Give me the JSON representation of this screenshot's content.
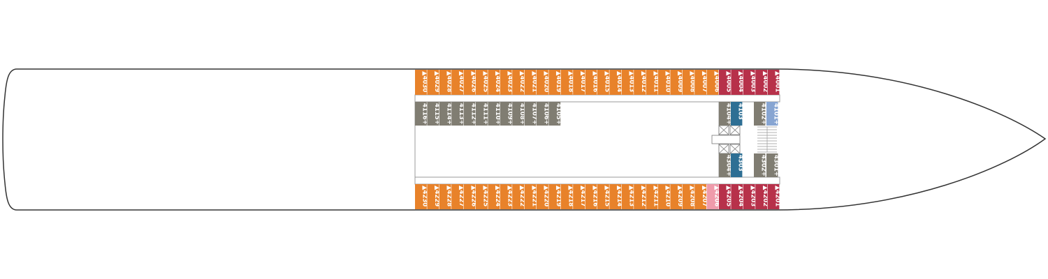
{
  "colors": {
    "orange": "#e8822a",
    "crimson": "#b7314a",
    "pink": "#ef9bab",
    "gray": "#807d72",
    "teal": "#2e6f94",
    "lightblue": "#87a5d2",
    "hull_stroke": "#333333",
    "corridor_stroke": "#999999"
  },
  "deck": {
    "top_row": [
      {
        "number": "4030",
        "color": "orange",
        "accessible": true
      },
      {
        "number": "4029",
        "color": "orange",
        "accessible": true
      },
      {
        "number": "4028",
        "color": "orange",
        "accessible": true
      },
      {
        "number": "4027",
        "color": "orange",
        "accessible": true
      },
      {
        "number": "4026",
        "color": "orange",
        "accessible": true
      },
      {
        "number": "4025",
        "color": "orange",
        "accessible": true
      },
      {
        "number": "4024",
        "color": "orange",
        "accessible": true
      },
      {
        "number": "4023",
        "color": "orange",
        "accessible": true
      },
      {
        "number": "4022",
        "color": "orange",
        "accessible": true
      },
      {
        "number": "4021",
        "color": "orange",
        "accessible": true
      },
      {
        "number": "4020",
        "color": "orange",
        "accessible": true
      },
      {
        "number": "4019",
        "color": "orange",
        "accessible": true
      },
      {
        "number": "4018",
        "color": "orange",
        "accessible": true
      },
      {
        "number": "4017",
        "color": "orange",
        "accessible": true
      },
      {
        "number": "4016",
        "color": "orange",
        "accessible": true
      },
      {
        "number": "4015",
        "color": "orange",
        "accessible": true
      },
      {
        "number": "4014",
        "color": "orange",
        "accessible": true
      },
      {
        "number": "4013",
        "color": "orange",
        "accessible": true
      },
      {
        "number": "4012",
        "color": "orange",
        "accessible": true
      },
      {
        "number": "4011",
        "color": "orange",
        "accessible": true
      },
      {
        "number": "4010",
        "color": "orange",
        "accessible": true
      },
      {
        "number": "4009",
        "color": "orange",
        "accessible": true
      },
      {
        "number": "4008",
        "color": "orange",
        "accessible": true
      },
      {
        "number": "4007",
        "color": "orange",
        "accessible": true
      },
      {
        "number": "4006",
        "color": "orange",
        "accessible": true
      },
      {
        "number": "4005",
        "color": "crimson",
        "accessible": true
      },
      {
        "number": "4004",
        "color": "crimson",
        "accessible": true
      },
      {
        "number": "4003",
        "color": "crimson",
        "accessible": true
      },
      {
        "number": "4002",
        "color": "crimson",
        "accessible": true
      },
      {
        "number": "4001",
        "color": "crimson",
        "accessible": true
      }
    ],
    "bottom_row": [
      {
        "number": "4230",
        "color": "orange",
        "accessible": true
      },
      {
        "number": "4229",
        "color": "orange",
        "accessible": true
      },
      {
        "number": "4228",
        "color": "orange",
        "accessible": true
      },
      {
        "number": "4227",
        "color": "orange",
        "accessible": true
      },
      {
        "number": "4226",
        "color": "orange",
        "accessible": true
      },
      {
        "number": "4225",
        "color": "orange",
        "accessible": true
      },
      {
        "number": "4224",
        "color": "orange",
        "accessible": true
      },
      {
        "number": "4223",
        "color": "orange",
        "accessible": true
      },
      {
        "number": "4222",
        "color": "orange",
        "accessible": true
      },
      {
        "number": "4221",
        "color": "orange",
        "accessible": true
      },
      {
        "number": "4220",
        "color": "orange",
        "accessible": true
      },
      {
        "number": "4219",
        "color": "orange",
        "accessible": true
      },
      {
        "number": "4218",
        "color": "orange",
        "accessible": true
      },
      {
        "number": "4217",
        "color": "orange",
        "accessible": true
      },
      {
        "number": "4216",
        "color": "orange",
        "accessible": true
      },
      {
        "number": "4215",
        "color": "orange",
        "accessible": true
      },
      {
        "number": "4214",
        "color": "orange",
        "accessible": true
      },
      {
        "number": "4213",
        "color": "orange",
        "accessible": true
      },
      {
        "number": "4212",
        "color": "orange",
        "accessible": true
      },
      {
        "number": "4211",
        "color": "orange",
        "accessible": true
      },
      {
        "number": "4210",
        "color": "orange",
        "accessible": true
      },
      {
        "number": "4209",
        "color": "orange",
        "accessible": true
      },
      {
        "number": "4208",
        "color": "orange",
        "accessible": true
      },
      {
        "number": "4207",
        "color": "orange",
        "accessible": true
      },
      {
        "number": "4206",
        "color": "pink",
        "accessible": true
      },
      {
        "number": "4205",
        "color": "crimson",
        "accessible": true
      },
      {
        "number": "4204",
        "color": "crimson",
        "accessible": true
      },
      {
        "number": "4203",
        "color": "crimson",
        "accessible": true
      },
      {
        "number": "4202",
        "color": "crimson",
        "accessible": true
      },
      {
        "number": "4201",
        "color": "crimson",
        "accessible": true
      }
    ],
    "inner_row": [
      {
        "number": "4116+",
        "color": "gray"
      },
      {
        "number": "4115+",
        "color": "gray"
      },
      {
        "number": "4114+",
        "color": "gray"
      },
      {
        "number": "4113+",
        "color": "gray"
      },
      {
        "number": "4112+",
        "color": "gray"
      },
      {
        "number": "4111+",
        "color": "gray"
      },
      {
        "number": "4110+",
        "color": "gray"
      },
      {
        "number": "4109+",
        "color": "gray"
      },
      {
        "number": "4108+",
        "color": "gray"
      },
      {
        "number": "4107+",
        "color": "gray"
      },
      {
        "number": "4106+",
        "color": "gray"
      },
      {
        "number": "4105+",
        "color": "gray"
      }
    ],
    "forward_upper": [
      {
        "number": "4104+",
        "color": "gray"
      },
      {
        "number": "4103",
        "color": "teal"
      },
      {
        "number": "4102+",
        "color": "gray"
      },
      {
        "number": "4101+",
        "color": "lightblue"
      }
    ],
    "forward_lower": [
      {
        "number": "4304+",
        "color": "gray"
      },
      {
        "number": "4303",
        "color": "teal"
      },
      {
        "number": "4302+",
        "color": "gray"
      },
      {
        "number": "4301+",
        "color": "gray"
      }
    ]
  }
}
